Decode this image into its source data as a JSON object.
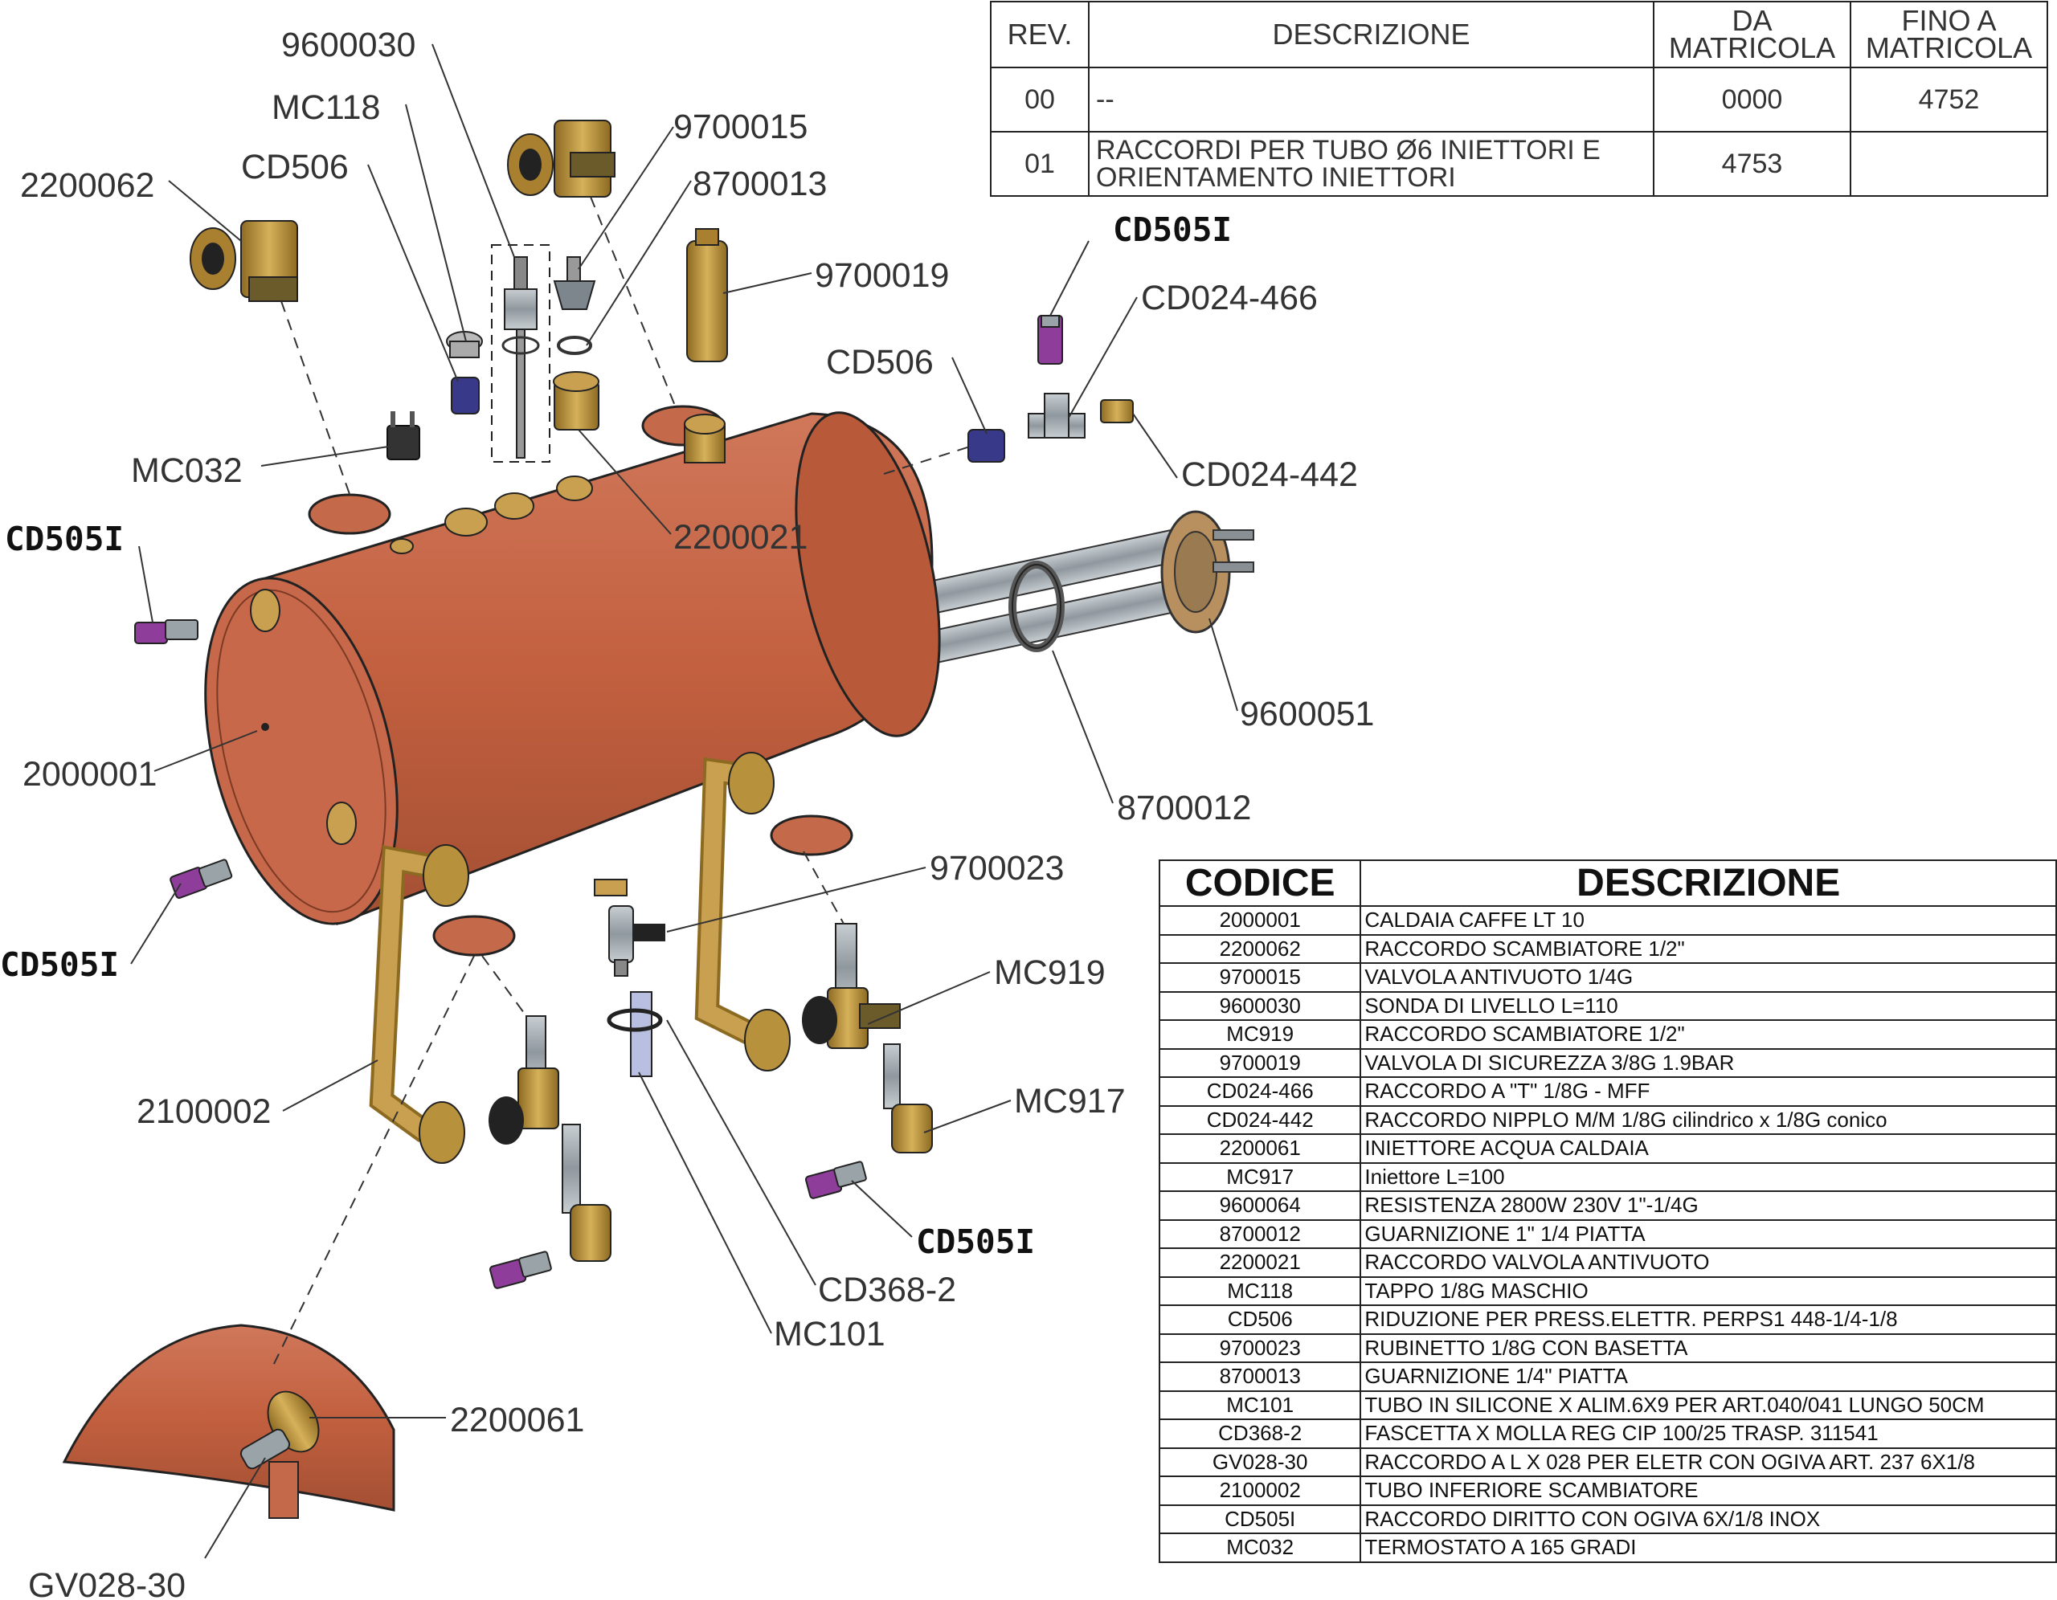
{
  "revision_table": {
    "headers": {
      "rev": "REV.",
      "description": "DESCRIZIONE",
      "da_matricola": [
        "DA",
        "MATRICOLA"
      ],
      "fino_matricola": [
        "FINO A",
        "MATRICOLA"
      ]
    },
    "rows": [
      {
        "rev": "00",
        "description": [
          "--"
        ],
        "da": "0000",
        "fino": "4752"
      },
      {
        "rev": "01",
        "description": [
          "RACCORDI PER TUBO Ø6 INIETTORI E",
          "ORIENTAMENTO INIETTORI"
        ],
        "da": "4753",
        "fino": ""
      }
    ]
  },
  "parts_table": {
    "headers": {
      "code": "CODICE",
      "description": "DESCRIZIONE"
    },
    "rows": [
      {
        "code": "2000001",
        "description": "CALDAIA CAFFE LT 10"
      },
      {
        "code": "2200062",
        "description": "RACCORDO SCAMBIATORE 1/2\""
      },
      {
        "code": "9700015",
        "description": "VALVOLA ANTIVUOTO 1/4G"
      },
      {
        "code": "9600030",
        "description": "SONDA DI LIVELLO L=110"
      },
      {
        "code": "MC919",
        "description": "RACCORDO SCAMBIATORE 1/2\""
      },
      {
        "code": "9700019",
        "description": "VALVOLA DI SICUREZZA 3/8G 1.9BAR"
      },
      {
        "code": "CD024-466",
        "description": "RACCORDO A \"T\" 1/8G - MFF"
      },
      {
        "code": "CD024-442",
        "description": "RACCORDO NIPPLO M/M 1/8G cilindrico x 1/8G conico"
      },
      {
        "code": "2200061",
        "description": "INIETTORE ACQUA CALDAIA"
      },
      {
        "code": "MC917",
        "description": "Iniettore L=100"
      },
      {
        "code": "9600064",
        "description": "RESISTENZA 2800W 230V 1\"-1/4G"
      },
      {
        "code": "8700012",
        "description": "GUARNIZIONE 1\" 1/4 PIATTA"
      },
      {
        "code": "2200021",
        "description": "RACCORDO VALVOLA ANTIVUOTO"
      },
      {
        "code": "MC118",
        "description": "TAPPO 1/8G MASCHIO"
      },
      {
        "code": "CD506",
        "description": "RIDUZIONE PER PRESS.ELETTR. PERPS1   448-1/4-1/8"
      },
      {
        "code": "9700023",
        "description": "RUBINETTO 1/8G CON BASETTA"
      },
      {
        "code": "8700013",
        "description": "GUARNIZIONE 1/4\" PIATTA"
      },
      {
        "code": "MC101",
        "description": "TUBO IN SILICONE X ALIM.6X9 PER ART.040/041 LUNGO 50CM"
      },
      {
        "code": "CD368-2",
        "description": "FASCETTA X MOLLA REG  CIP 100/25 TRASP.  311541"
      },
      {
        "code": "GV028-30",
        "description": "RACCORDO A L X 028 PER ELETR  CON OGIVA ART. 237 6X1/8"
      },
      {
        "code": "2100002",
        "description": "TUBO INFERIORE SCAMBIATORE"
      },
      {
        "code": "CD505I",
        "description": "RACCORDO DIRITTO CON OGIVA 6X/1/8  INOX"
      },
      {
        "code": "MC032",
        "description": "TERMOSTATO A 165 GRADI"
      }
    ]
  },
  "callouts": {
    "c9600030": "9600030",
    "mc118": "MC118",
    "cd506_top": "CD506",
    "c2200062": "2200062",
    "c9700015": "9700015",
    "c8700013": "8700013",
    "c9700019": "9700019",
    "cd505i_top": "CD505I",
    "cd024_466": "CD024-466",
    "cd506_right": "CD506",
    "cd024_442": "CD024-442",
    "mc032": "MC032",
    "cd505i_left": "CD505I",
    "c2200021": "2200021",
    "c2000001": "2000001",
    "c9600051": "9600051",
    "c8700012": "8700012",
    "c9700023": "9700023",
    "cd505i_lower_left": "CD505I",
    "mc919": "MC919",
    "c2100002": "2100002",
    "mc917": "MC917",
    "cd505i_bottom": "CD505I",
    "cd368_2": "CD368-2",
    "mc101": "MC101",
    "c2200061": "2200061",
    "gv028_30": "GV028-30"
  },
  "colors": {
    "boiler": "#c2603f",
    "boiler_dark": "#9a4a2e",
    "brass": "#b8913c",
    "steel": "#9aa3a8",
    "fitting_purple": "#8e3d9a",
    "fitting_blue": "#39398a"
  }
}
